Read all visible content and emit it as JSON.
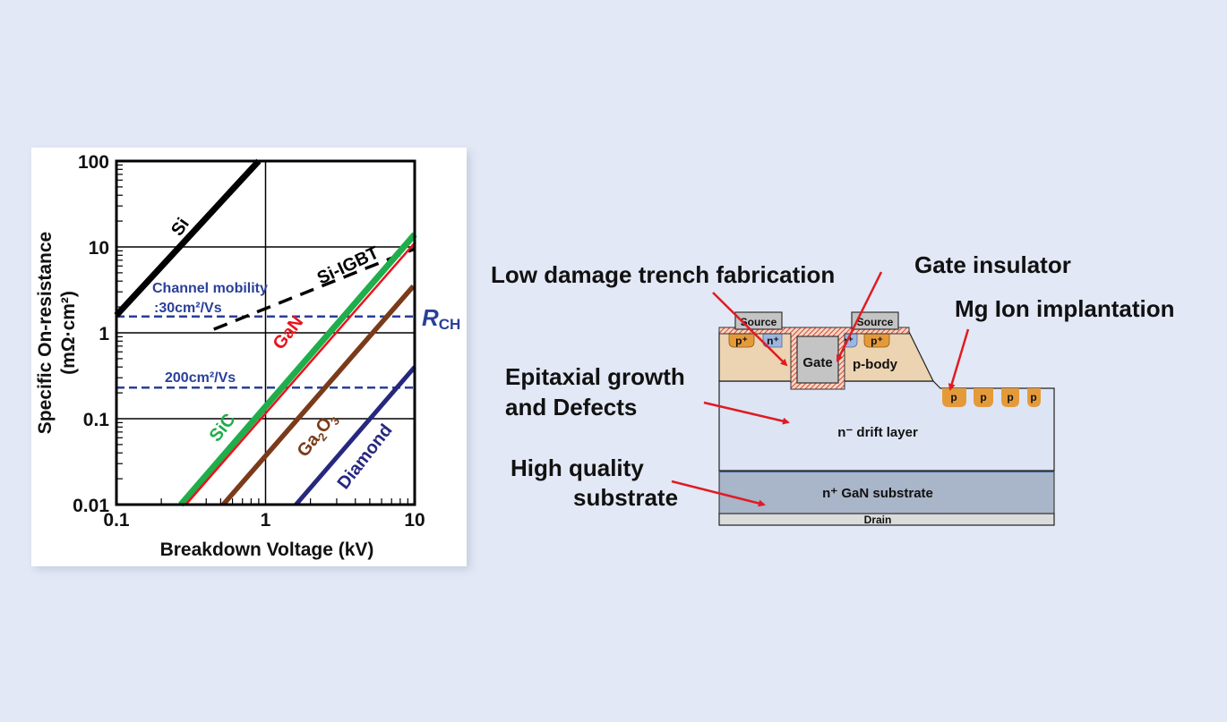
{
  "chart_data": {
    "type": "line",
    "title": "",
    "xlabel": "Breakdown Voltage (kV)",
    "ylabel_line1": "Specific On-resistance",
    "ylabel_line2": "(mΩ·cm²)",
    "xscale": "log",
    "yscale": "log",
    "xlim": [
      0.1,
      10
    ],
    "ylim": [
      0.01,
      100
    ],
    "x_ticks": [
      {
        "value": 0.1,
        "label": "0.1"
      },
      {
        "value": 1,
        "label": "1"
      },
      {
        "value": 10,
        "label": "10"
      }
    ],
    "y_ticks": [
      {
        "value": 100,
        "label": "100"
      },
      {
        "value": 10,
        "label": "10"
      },
      {
        "value": 1,
        "label": "1"
      },
      {
        "value": 0.1,
        "label": "0.1"
      },
      {
        "value": 0.01,
        "label": "0.01"
      }
    ],
    "grid": true,
    "legend": "none (inline labels)",
    "series": [
      {
        "name": "Si",
        "color": "#000000",
        "style": "solid",
        "x": [
          0.1,
          0.9
        ],
        "y": [
          1.6,
          100
        ]
      },
      {
        "name": "Si-IGBT",
        "color": "#000000",
        "style": "dashed",
        "x": [
          0.45,
          10
        ],
        "y": [
          1.1,
          9.5
        ]
      },
      {
        "name": "SiC",
        "color": "#1fae4b",
        "style": "solid",
        "x": [
          0.27,
          10
        ],
        "y": [
          0.01,
          14
        ]
      },
      {
        "name": "GaN",
        "color": "#e8141c",
        "style": "solid",
        "x": [
          0.28,
          10
        ],
        "y": [
          0.01,
          12
        ]
      },
      {
        "name": "Ga2O3",
        "color": "#7a3b1a",
        "style": "solid",
        "x": [
          0.52,
          9.8
        ],
        "y": [
          0.01,
          3.5
        ]
      },
      {
        "name": "Diamond",
        "color": "#26287e",
        "style": "solid",
        "x": [
          1.6,
          10
        ],
        "y": [
          0.01,
          0.4
        ]
      }
    ],
    "reference_lines": [
      {
        "name": "R_CH 30cm2/Vs",
        "y": 1.55,
        "color": "#2a3f99",
        "label_line1": "Channel mobility",
        "label_line2": ":30cm²/Vs"
      },
      {
        "name": "R_CH 200cm2/Vs",
        "y": 0.23,
        "color": "#2a3f99",
        "label_line1": "200cm²/Vs"
      }
    ],
    "annotations": {
      "rch_main": "R",
      "rch_sub": "CH",
      "ga2o3_main": "Ga",
      "ga2o3_sub1": "2",
      "ga2o3_o": "O",
      "ga2o3_sub2": "3"
    }
  },
  "diagram": {
    "callouts": {
      "trench": "Low damage trench fabrication",
      "gate_insulator": "Gate insulator",
      "mg_ion": "Mg Ion implantation",
      "epi_line1": "Epitaxial growth",
      "epi_line2": "and Defects",
      "substrate_line1": "High quality",
      "substrate_line2": "substrate"
    },
    "labels": {
      "source_left": "Source",
      "source_right": "Source",
      "gate": "Gate",
      "p_body": "p-body",
      "p_plus": "p⁺",
      "n_plus": "n⁺",
      "p_implant": "p",
      "drift": "n⁻ drift layer",
      "substrate": "n⁺ GaN substrate",
      "drain": "Drain"
    },
    "colors": {
      "arrow": "#e01b22",
      "p_body": "#ecd3b1",
      "p_plus": "#e59a3a",
      "n_plus": "#9db5e0",
      "drift": "#dde5f4",
      "substrate": "#a9b5c8",
      "drain": "#dcdcdc",
      "metal": "#c4c4c4",
      "insulator_hatch": "#d9472b"
    }
  }
}
